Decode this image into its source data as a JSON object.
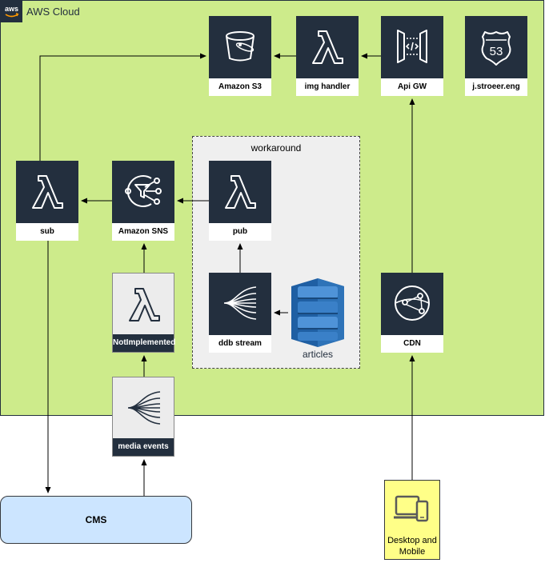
{
  "cloud": {
    "title": "AWS Cloud",
    "badge_text": "aws"
  },
  "group": {
    "title": "workaround"
  },
  "nodes": {
    "s3": {
      "label": "Amazon S3",
      "icon": "bucket-icon"
    },
    "img_handler": {
      "label": "img handler",
      "icon": "lambda-icon"
    },
    "api_gw": {
      "label": "Api GW",
      "icon": "api-gateway-icon"
    },
    "route53": {
      "label": "j.stroeer.eng",
      "icon": "route53-shield-icon",
      "shield_text": "53"
    },
    "sub": {
      "label": "sub",
      "icon": "lambda-icon"
    },
    "sns": {
      "label": "Amazon SNS",
      "icon": "sns-icon"
    },
    "pub": {
      "label": "pub",
      "icon": "lambda-icon"
    },
    "not_implemented": {
      "label": "NotImplemented",
      "icon": "lambda-icon"
    },
    "ddb_stream": {
      "label": "ddb stream",
      "icon": "stream-icon"
    },
    "articles": {
      "label": "articles",
      "icon": "dynamodb-icon"
    },
    "cdn": {
      "label": "CDN",
      "icon": "cloudfront-icon"
    },
    "media_events": {
      "label": "media events",
      "icon": "stream-icon"
    }
  },
  "external": {
    "cms": {
      "label": "CMS"
    },
    "client": {
      "label_line1": "Desktop and",
      "label_line2": "Mobile",
      "icon": "devices-icon"
    }
  },
  "colors": {
    "cloud_bg": "#cdeb8b",
    "node_bg": "#232f3e",
    "group_bg": "#efefef",
    "cms_bg": "#cce5ff",
    "client_bg": "#ffff88",
    "dynamo_blue": "#2e73b8"
  }
}
